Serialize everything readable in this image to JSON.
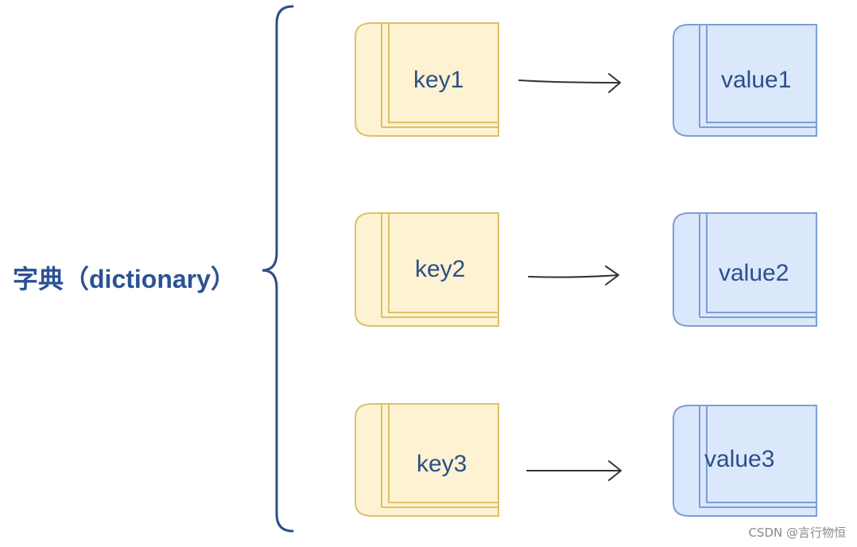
{
  "title": "字典（dictionary）",
  "colors": {
    "brace": "#2e4f86",
    "title": "#2b5294",
    "key_fill": "#fdf2d1",
    "key_stroke": "#dcc16a",
    "value_fill": "#dbe7fb",
    "value_stroke": "#7d9ed6",
    "arrow": "#333333",
    "text": "#2c4f8a"
  },
  "pairs": [
    {
      "key": "key1",
      "value": "value1"
    },
    {
      "key": "key2",
      "value": "value2"
    },
    {
      "key": "key3",
      "value": "value3"
    }
  ],
  "watermark": "CSDN @言行物恒"
}
